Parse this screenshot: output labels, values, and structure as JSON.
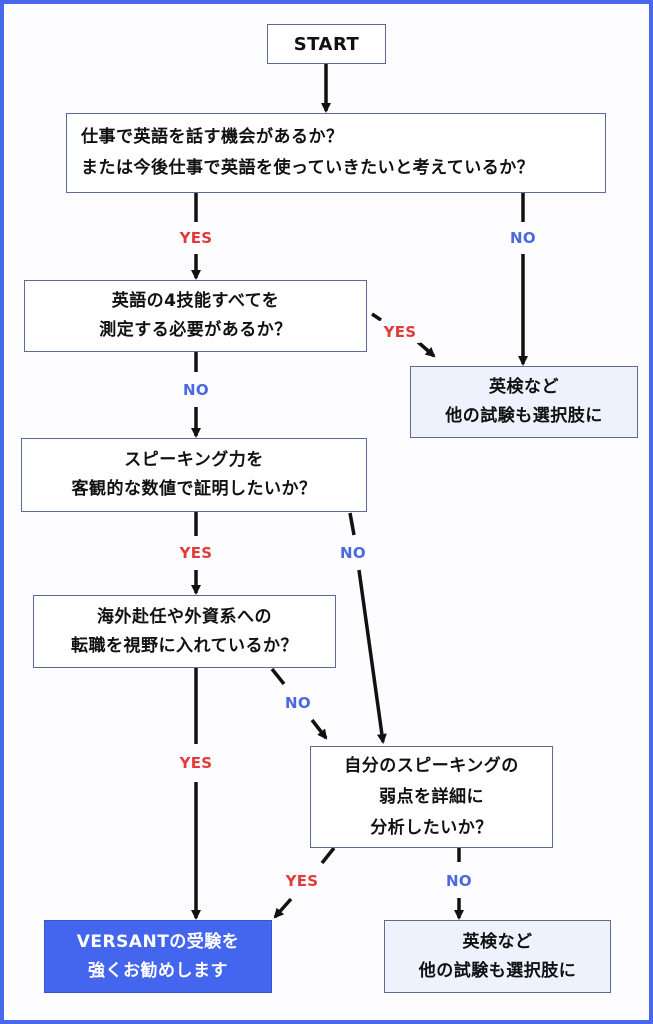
{
  "colors": {
    "frame": "#4a68ec",
    "yes": "#e23a3a",
    "no": "#4a68e0",
    "recommend_fill": "#4466ee",
    "alternative_fill": "#eef2fc"
  },
  "nodes": {
    "start": {
      "lines": [
        "START"
      ]
    },
    "q1": {
      "lines": [
        "仕事で英語を話す機会があるか？",
        "または今後仕事で英語を使っていきたいと考えているか？"
      ]
    },
    "q2": {
      "lines": [
        "英語の4技能すべてを",
        "測定する必要があるか？"
      ]
    },
    "result_other_top": {
      "lines": [
        "英検など",
        "他の試験も選択肢に"
      ]
    },
    "q3": {
      "lines": [
        "スピーキング力を",
        "客観的な数値で証明したいか？"
      ]
    },
    "q4": {
      "lines": [
        "海外赴任や外資系への",
        "転職を視野に入れているか？"
      ]
    },
    "q5": {
      "lines": [
        "自分のスピーキングの",
        "弱点を詳細に",
        "分析したいか？"
      ]
    },
    "result_versant": {
      "lines": [
        "VERSANTの受験を",
        "強くお勧めします"
      ]
    },
    "result_other_bottom": {
      "lines": [
        "英検など",
        "他の試験も選択肢に"
      ]
    }
  },
  "edges": {
    "q1_yes": "YES",
    "q1_no": "NO",
    "q2_yes": "YES",
    "q2_no": "NO",
    "q3_yes": "YES",
    "q3_no": "NO",
    "q4_yes": "YES",
    "q4_no": "NO",
    "q5_yes": "YES",
    "q5_no": "NO"
  }
}
